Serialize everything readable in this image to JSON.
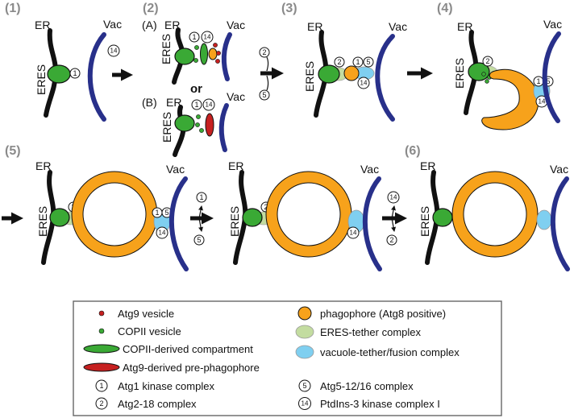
{
  "steps": {
    "s1": "(1)",
    "s2": "(2)",
    "s3": "(3)",
    "s4": "(4)",
    "s5": "(5)",
    "s6": "(6)"
  },
  "labels": {
    "er": "ER",
    "vac": "Vac",
    "eres": "ERES",
    "option_a": "(A)",
    "option_b": "(B)",
    "or": "or"
  },
  "numbers": {
    "n1": "1",
    "n2": "2",
    "n5": "5",
    "n14": "14"
  },
  "legend": {
    "atg9_vesicle": "Atg9 vesicle",
    "copii_vesicle": "COPII vesicle",
    "copii_compartment": "COPII-derived compartment",
    "atg9_prephagophore": "Atg9-derived pre-phagophore",
    "atg1": "Atg1 kinase complex",
    "atg2_18": "Atg2-18 complex",
    "phagophore": "phagophore (Atg8 positive)",
    "eres_tether": "ERES-tether complex",
    "vacuole_tether": "vacuole-tether/fusion complex",
    "atg5_12_16": "Atg5-12/16 complex",
    "ptdins3": "PtdIns-3 kinase complex I"
  },
  "colors": {
    "eres_green": "#3aa935",
    "atg9_red": "#c62020",
    "phagophore_orange": "#f7a21b",
    "eres_tether_light_green": "#c3dca0",
    "vacuole_tether_blue": "#7fcff0",
    "vacuole_navy": "#28308a",
    "step_gray": "#8a8a8a"
  }
}
